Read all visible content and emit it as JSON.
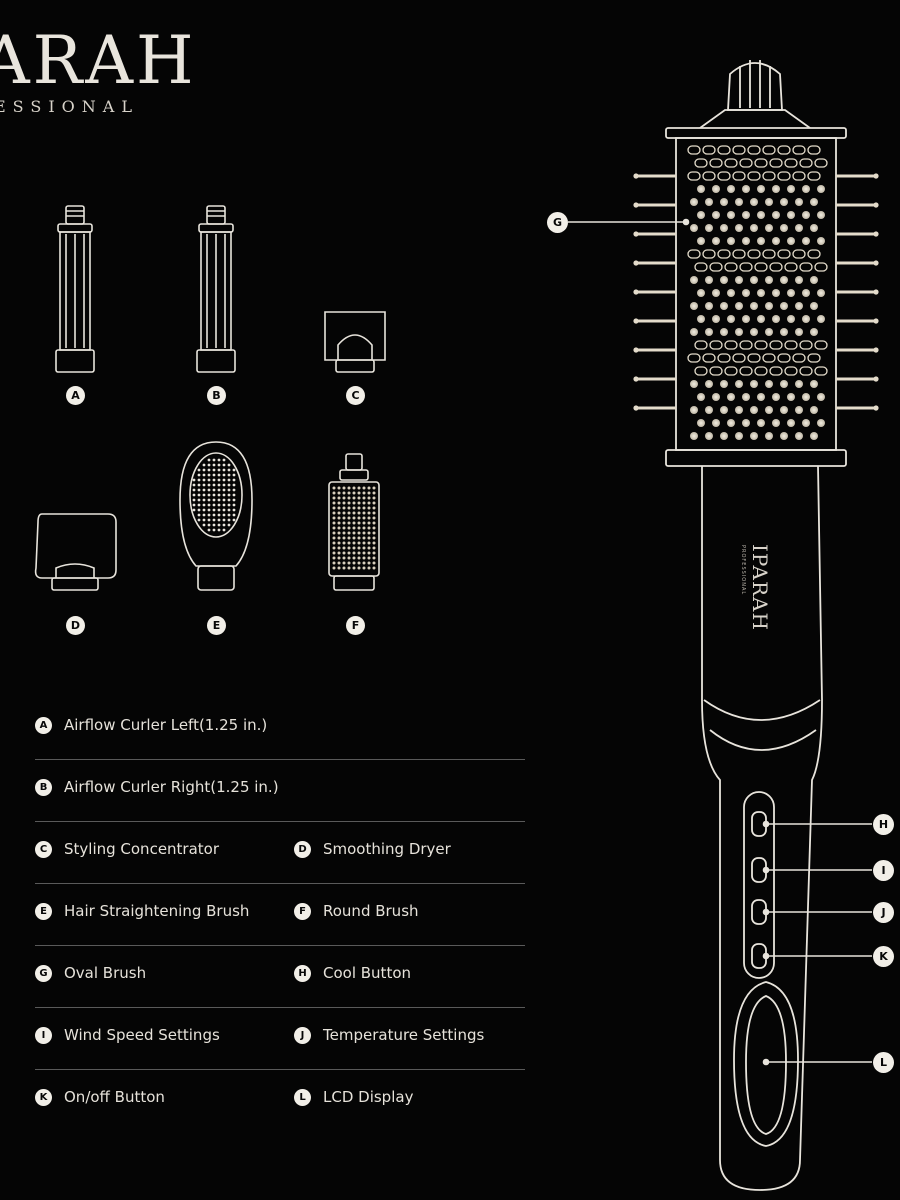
{
  "brand": {
    "name": "ARAH",
    "sub": "ESSIONAL",
    "handle_name": "IPARAH",
    "handle_sub": "PROFESSIONAL"
  },
  "accessories": [
    {
      "letter": "A",
      "icon": "curler-barrel-icon"
    },
    {
      "letter": "B",
      "icon": "curler-barrel-icon"
    },
    {
      "letter": "C",
      "icon": "concentrator-nozzle-icon"
    },
    {
      "letter": "D",
      "icon": "smoothing-dryer-icon"
    },
    {
      "letter": "E",
      "icon": "straightening-brush-icon"
    },
    {
      "letter": "F",
      "icon": "round-brush-icon"
    }
  ],
  "legend": [
    [
      {
        "letter": "A",
        "label": "Airflow Curler Left(1.25 in.)"
      }
    ],
    [
      {
        "letter": "B",
        "label": "Airflow Curler Right(1.25 in.)"
      }
    ],
    [
      {
        "letter": "C",
        "label": "Styling Concentrator"
      },
      {
        "letter": "D",
        "label": "Smoothing Dryer"
      }
    ],
    [
      {
        "letter": "E",
        "label": "Hair Straightening Brush"
      },
      {
        "letter": "F",
        "label": "Round Brush"
      }
    ],
    [
      {
        "letter": "G",
        "label": "Oval Brush"
      },
      {
        "letter": "H",
        "label": "Cool Button"
      }
    ],
    [
      {
        "letter": "I",
        "label": "Wind Speed Settings"
      },
      {
        "letter": "J",
        "label": "Temperature Settings"
      }
    ],
    [
      {
        "letter": "K",
        "label": "On/off Button"
      },
      {
        "letter": "L",
        "label": "LCD Display"
      }
    ]
  ],
  "callouts": {
    "G": "G",
    "H": "H",
    "I": "I",
    "J": "J",
    "K": "K",
    "L": "L"
  },
  "colors": {
    "background": "#050505",
    "line": "#e8e4dc",
    "bristle": "#e4dccb",
    "divider": "#5a5a5a"
  }
}
